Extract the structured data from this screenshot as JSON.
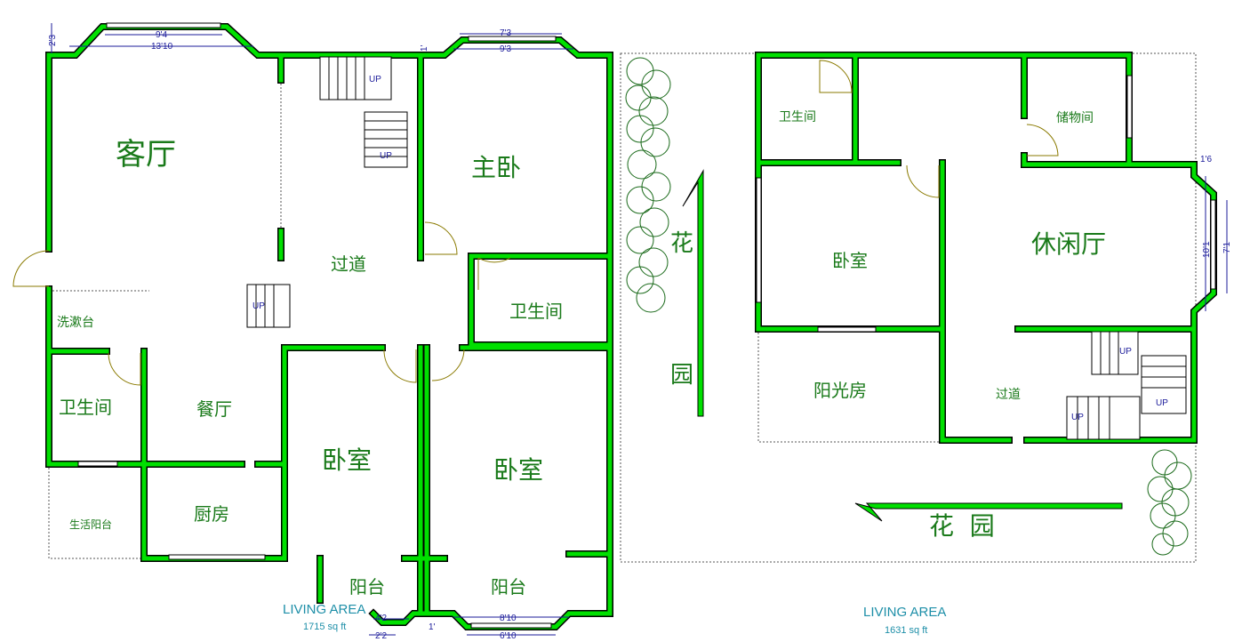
{
  "left_plan": {
    "rooms": {
      "living_room": "客厅",
      "hallway": "过道",
      "master_bedroom": "主卧",
      "bathroom_master": "卫生间",
      "wash_basin": "洗漱台",
      "bathroom": "卫生间",
      "dining_room": "餐厅",
      "bedroom_1": "卧室",
      "bedroom_2": "卧室",
      "kitchen": "厨房",
      "utility_balcony": "生活阳台",
      "balcony_1": "阳台",
      "balcony_2": "阳台"
    },
    "dimensions": {
      "d1": "9'4",
      "d2": "13'10",
      "d3": "2'3",
      "d4": "7'3",
      "d5": "9'3",
      "d6": "4'2",
      "d7": "2'2",
      "d8": "8'10",
      "d9": "6'10",
      "d10": "1'",
      "d11": "1'"
    },
    "stairs_label": "UP",
    "area_label": "LIVING AREA",
    "area_value": "1715 sq ft"
  },
  "right_plan": {
    "rooms": {
      "bathroom": "卫生间",
      "storage": "储物间",
      "bedroom": "卧室",
      "lounge": "休闲厅",
      "sunroom": "阳光房",
      "hallway": "过道"
    },
    "garden_vertical_1": "花",
    "garden_vertical_2": "园",
    "garden_horizontal": "花  园",
    "dimensions": {
      "d1": "1'6",
      "d2": "10'1",
      "d3": "7'1"
    },
    "stairs_label": "UP",
    "area_label": "LIVING AREA",
    "area_value": "1631 sq ft"
  },
  "colors": {
    "wall": "#00e000",
    "text": "#1a7a1a",
    "dimension": "#1b1b9a",
    "area": "#1e8fa8"
  }
}
